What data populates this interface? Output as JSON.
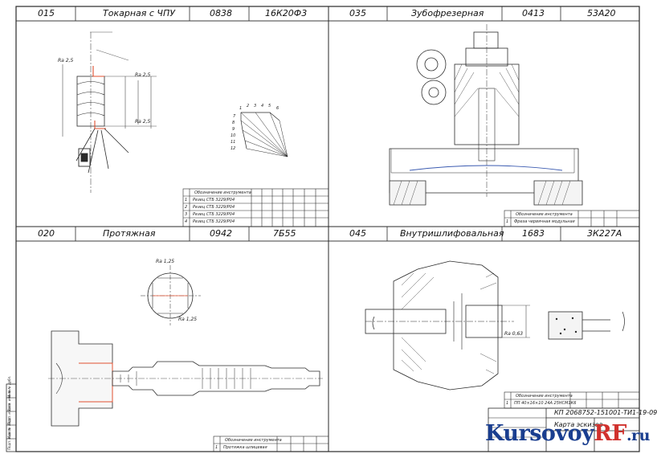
{
  "drawing_number": "КП 2068752-151001-ТИ1-19-09",
  "sheet_title": "Карта эскизов",
  "watermark": {
    "part1": "Kursovoy",
    "part2": "RF",
    "part3": ".ru",
    "color_blue": "#1a3e8f",
    "color_red": "#d0312d"
  },
  "line_color": "#2a2a2a",
  "highlight_color": "#e05030",
  "operations": [
    {
      "number": "015",
      "name": "Токарная с ЧПУ",
      "code": "0838",
      "machine": "16К20Ф3"
    },
    {
      "number": "035",
      "name": "Зубофрезерная",
      "code": "0413",
      "machine": "53А20"
    },
    {
      "number": "020",
      "name": "Протяжная",
      "code": "0942",
      "machine": "7Б55"
    },
    {
      "number": "045",
      "name": "Внутришлифовальная",
      "code": "1683",
      "machine": "3К227А"
    }
  ],
  "tool_table_header": "Обозначение инструмента",
  "turning_tools": [
    {
      "n": "1",
      "name": "Резец СТБ 3229/Р04"
    },
    {
      "n": "2",
      "name": "Резец СТБ 3229/Р04"
    },
    {
      "n": "3",
      "name": "Резец СТБ 3229/Р04"
    },
    {
      "n": "4",
      "name": "Резец СТБ 3229/Р04"
    }
  ],
  "hobbing_tool": {
    "n": "1",
    "name": "Фреза червячная модульная"
  },
  "broaching_tool": {
    "n": "1",
    "name": "Протяжка шлицевая"
  },
  "grinding_tool": {
    "n": "1",
    "name": "ПП 40×16×10 24А 25НСМ1К6"
  },
  "dims": {
    "ra_25": "Ra 2,5",
    "ra_063": "Ra 0,63",
    "ra_125": "Ra 1,25",
    "tool_points": [
      "1",
      "2",
      "3",
      "4",
      "5",
      "6",
      "7",
      "8",
      "9",
      "10",
      "11",
      "12"
    ]
  },
  "side_stamp": [
    "Инв. № подл.",
    "Подп. и дата",
    "Взам. инв. №",
    "Инв. № дубл.",
    "Подп. и дата"
  ]
}
